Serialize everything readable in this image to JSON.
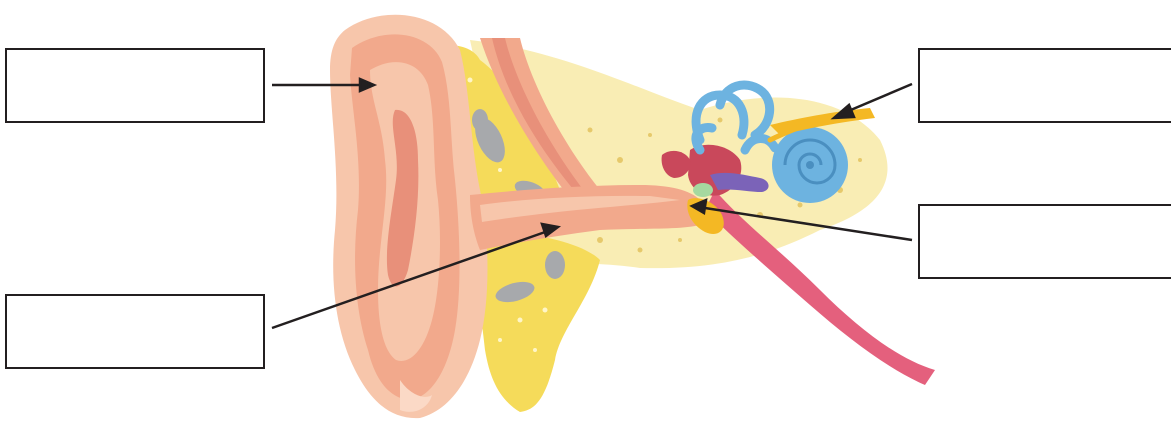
{
  "diagram": {
    "labels": [
      {
        "id": "pinna",
        "text": ""
      },
      {
        "id": "auditory-canal",
        "text": ""
      },
      {
        "id": "cochlear-nerve",
        "text": ""
      },
      {
        "id": "tympanic-membrane",
        "text": ""
      }
    ],
    "colors": {
      "outline": "#231f20",
      "skin_light": "#f7c6ab",
      "skin_mid": "#f2a98c",
      "skin_dark": "#e8907a",
      "bone_yellow": "#f5db5a",
      "bone_pale": "#f9edb4",
      "cartilage_grey": "#a7a9ac",
      "cochlea_blue": "#6db3e0",
      "tube_pink": "#e4607d",
      "ossicle_red": "#c9485b",
      "nerve_yellow": "#f4b824",
      "window_green": "#a5d9a0",
      "vein_purple": "#7b63b8"
    }
  }
}
